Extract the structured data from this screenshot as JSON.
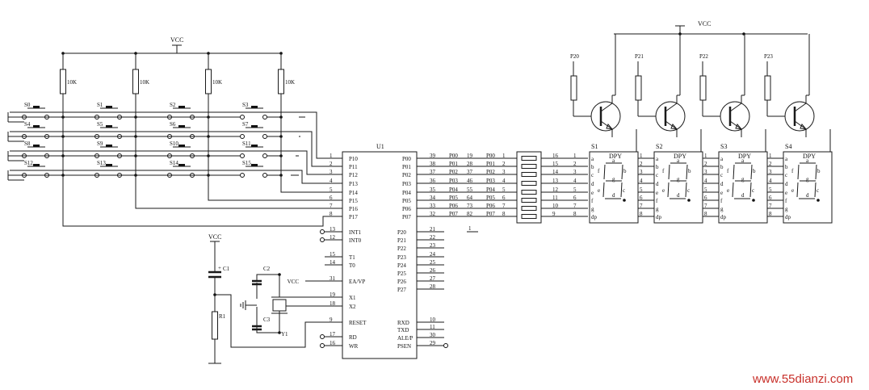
{
  "vcc_labels": [
    "VCC",
    "VCC",
    "VCC",
    "VCC"
  ],
  "resistors_top": [
    "10K",
    "10K",
    "10K",
    "10K"
  ],
  "switches": [
    "S0",
    "S1",
    "S2",
    "S3",
    "S4",
    "S5",
    "S6",
    "S7",
    "S8",
    "S9",
    "S10",
    "S11",
    "S12",
    "S13",
    "S14",
    "S15"
  ],
  "chip": {
    "name": "U1",
    "left_pins": [
      {
        "num": "1",
        "name": "P10"
      },
      {
        "num": "2",
        "name": "P11"
      },
      {
        "num": "3",
        "name": "P12"
      },
      {
        "num": "4",
        "name": "P13"
      },
      {
        "num": "5",
        "name": "P14"
      },
      {
        "num": "6",
        "name": "P15"
      },
      {
        "num": "7",
        "name": "P16"
      },
      {
        "num": "8",
        "name": "P17"
      }
    ],
    "left_pins2": [
      {
        "num": "13",
        "name": "INT1"
      },
      {
        "num": "12",
        "name": "INT0"
      },
      {
        "num": "15",
        "name": "T1"
      },
      {
        "num": "14",
        "name": "T0"
      },
      {
        "num": "31",
        "name": "EA/VP"
      },
      {
        "num": "19",
        "name": "X1"
      },
      {
        "num": "18",
        "name": "X2"
      },
      {
        "num": "9",
        "name": "RESET"
      },
      {
        "num": "17",
        "name": "RD"
      },
      {
        "num": "16",
        "name": "WR"
      }
    ],
    "right_pins": [
      {
        "num": "39",
        "name": "P00"
      },
      {
        "num": "38",
        "name": "P01"
      },
      {
        "num": "37",
        "name": "P02"
      },
      {
        "num": "36",
        "name": "P03"
      },
      {
        "num": "35",
        "name": "P04"
      },
      {
        "num": "34",
        "name": "P05"
      },
      {
        "num": "33",
        "name": "P06"
      },
      {
        "num": "32",
        "name": "P07"
      }
    ],
    "right_pins2": [
      {
        "num": "21",
        "name": "P20"
      },
      {
        "num": "22",
        "name": "P21"
      },
      {
        "num": "23",
        "name": "P22"
      },
      {
        "num": "24",
        "name": "P23"
      },
      {
        "num": "25",
        "name": "P24"
      },
      {
        "num": "26",
        "name": "P25"
      },
      {
        "num": "27",
        "name": "P26"
      },
      {
        "num": "28",
        "name": "P27"
      },
      {
        "num": "10",
        "name": "RXD"
      },
      {
        "num": "11",
        "name": "TXD"
      },
      {
        "num": "30",
        "name": "ALE/P"
      },
      {
        "num": "29",
        "name": "PSEN"
      }
    ]
  },
  "bus_names": [
    "P00",
    "P01",
    "P02",
    "P03",
    "P04",
    "P05",
    "P06",
    "P07"
  ],
  "bus_nums_a": [
    "19",
    "28",
    "37",
    "46",
    "55",
    "64",
    "73",
    "82"
  ],
  "bus_nums_b": [
    "1",
    "2",
    "3",
    "4",
    "5",
    "6",
    "7",
    "8"
  ],
  "resnet_left": [
    "16",
    "15",
    "14",
    "13",
    "12",
    "11",
    "10",
    "9"
  ],
  "resnet_right": [
    "1",
    "2",
    "3",
    "4",
    "5",
    "6",
    "7",
    "8"
  ],
  "misc_label": "1",
  "transistor_labels": [
    "P20",
    "P21",
    "P22",
    "P23"
  ],
  "displays": [
    "S1",
    "S2",
    "S3",
    "S4"
  ],
  "display_title": "DPY",
  "display_pins": [
    "1",
    "2",
    "3",
    "4",
    "5",
    "6",
    "7",
    "8"
  ],
  "seg_letters": [
    "a",
    "b",
    "c",
    "d",
    "e",
    "f",
    "g",
    "dp"
  ],
  "seg_inner": [
    "a",
    "b",
    "c",
    "d",
    "e",
    "f",
    "g"
  ],
  "components": {
    "c1": "C1",
    "c2": "C2",
    "c3": "C3",
    "y1": "Y1",
    "r1": "R1",
    "vcc_ea": "VCC"
  },
  "watermark": "www.55dianzi.com"
}
